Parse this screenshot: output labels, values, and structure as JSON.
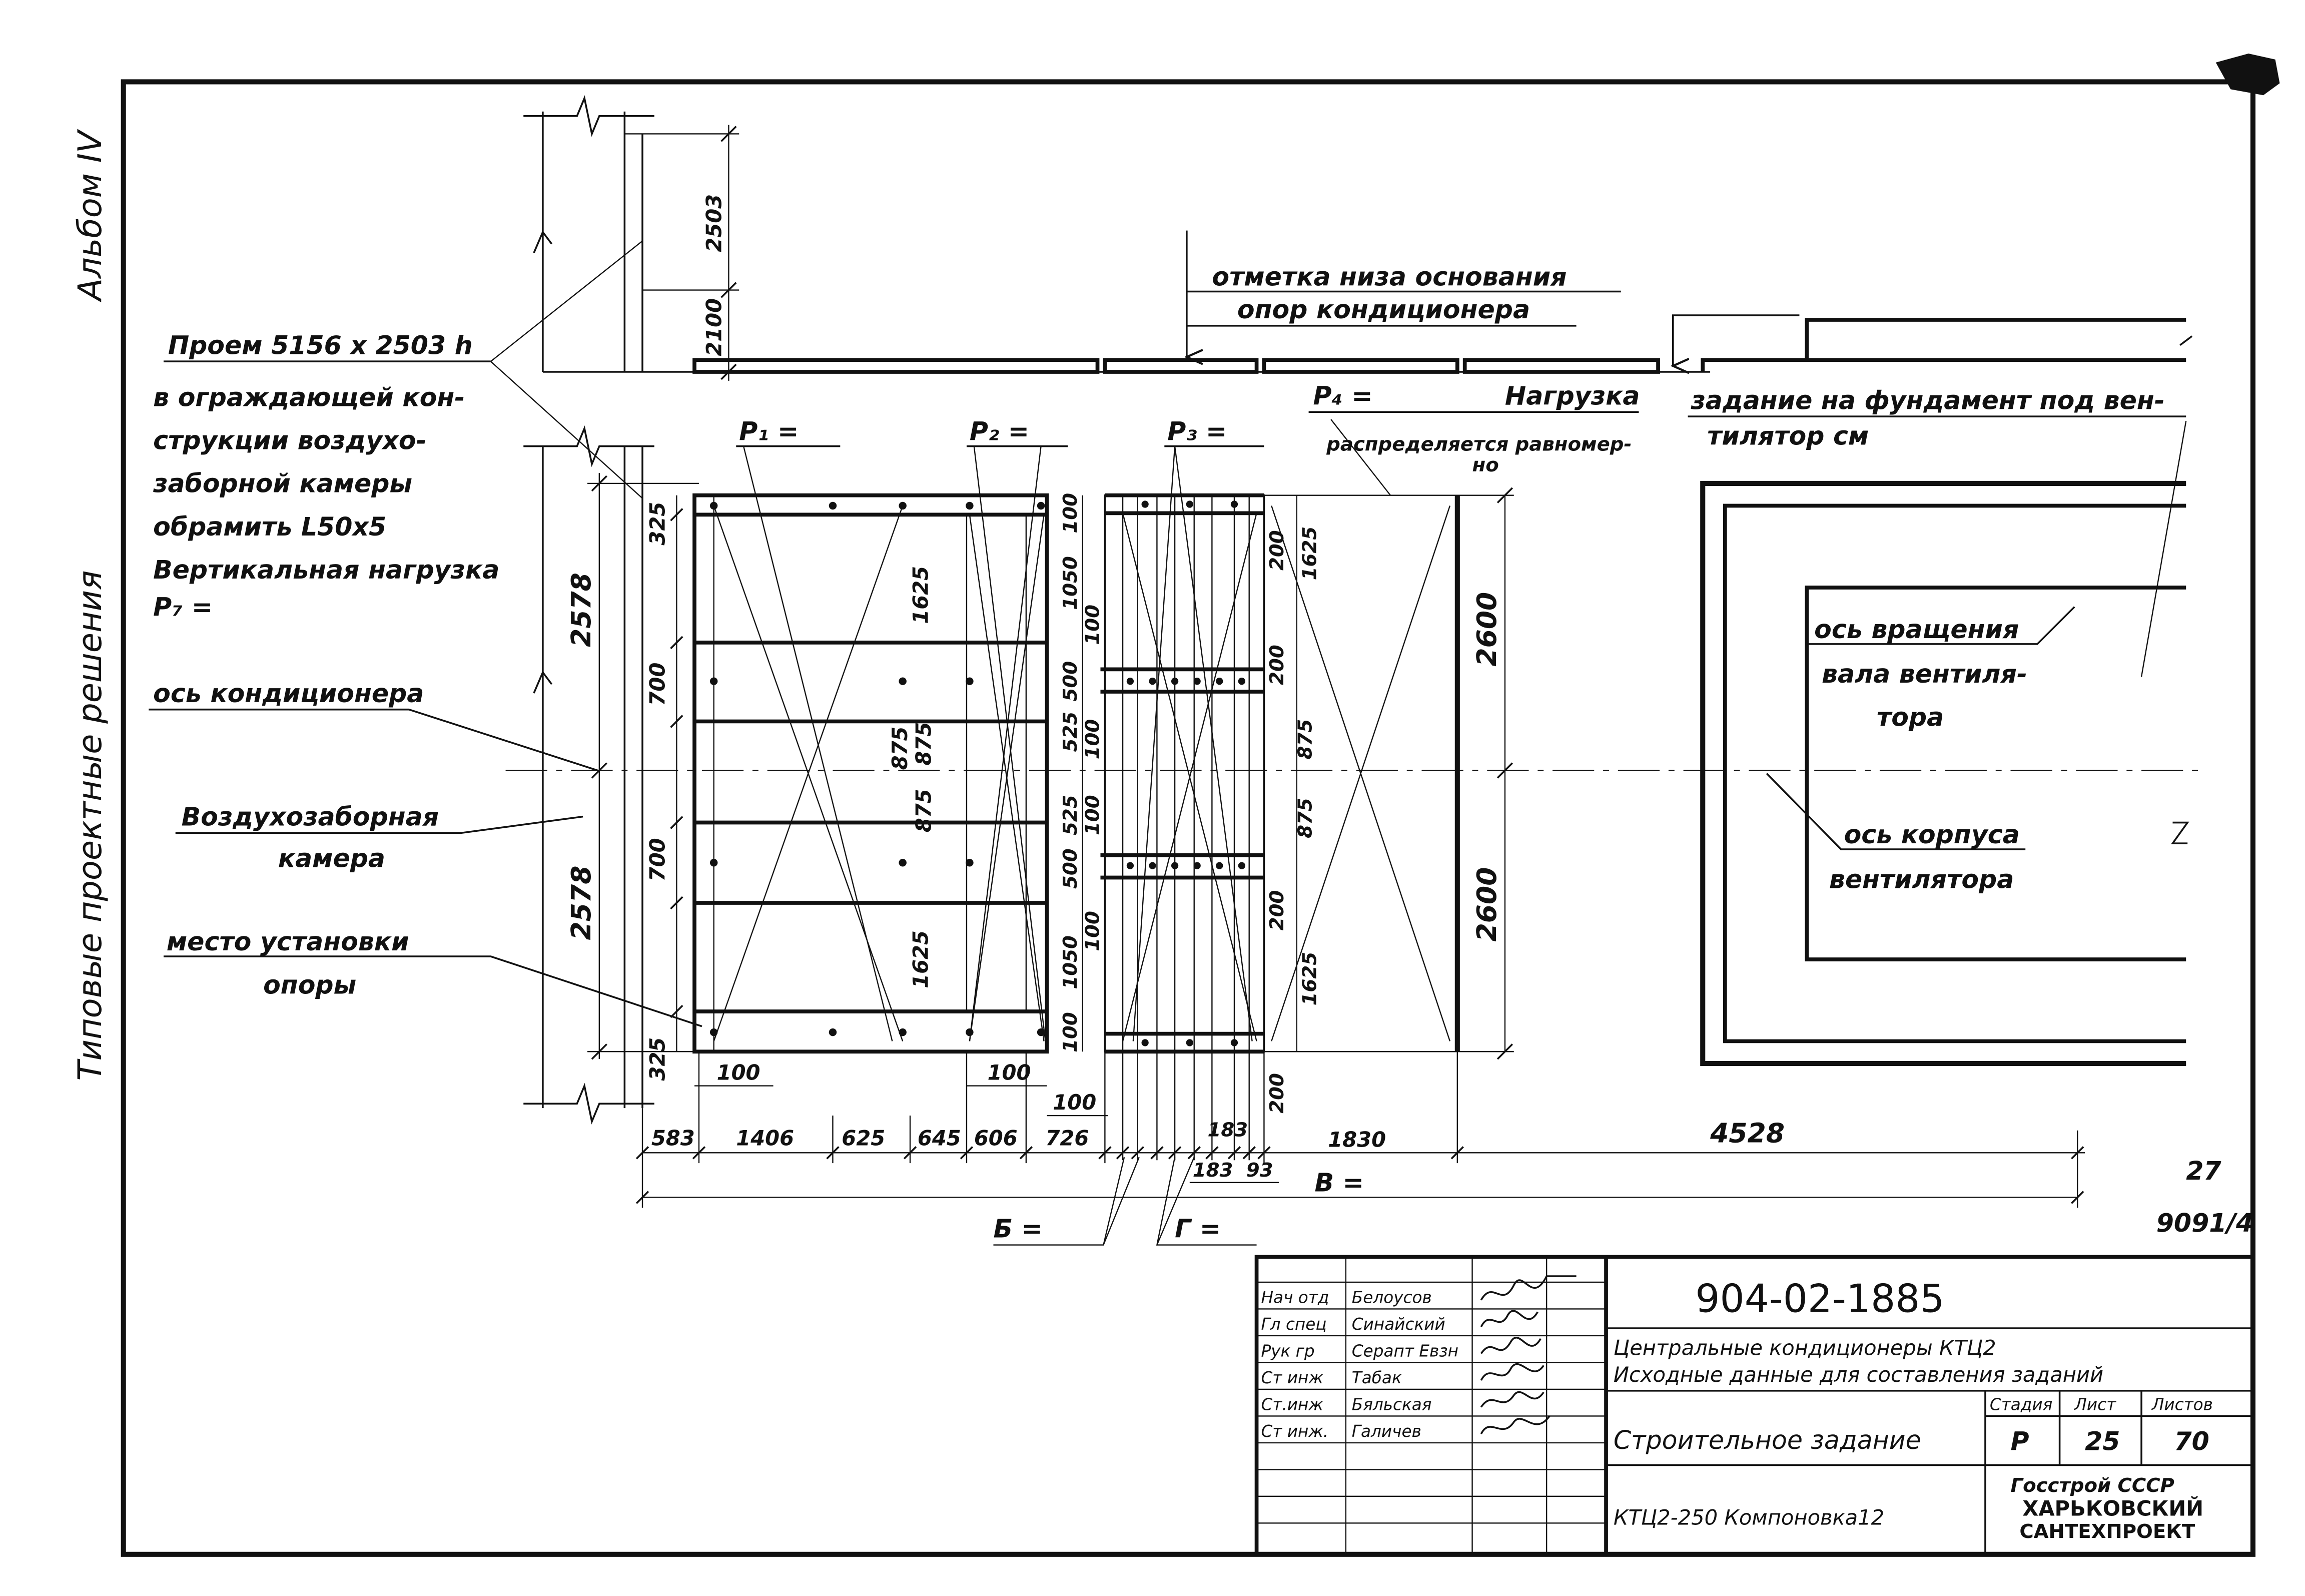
{
  "margin": {
    "album": "Альбом IV",
    "series": "Типовые проектные решения"
  },
  "notes": {
    "opening": "Проем 5156 x 2503 h",
    "opening_note": [
      "в ограждающей кон-",
      "струкции воздухо-",
      "заборной камеры",
      "обрамить L50x5",
      "Вертикальная нагрузка",
      "P₇ ="
    ],
    "conditioner_axis": "ось кондиционера",
    "air_intake": [
      "Воздухозаборная",
      "камера"
    ],
    "support_place": [
      "место установки",
      "опоры"
    ],
    "base_mark": [
      "отметка низа основания",
      "опор кондиционера"
    ],
    "loads": {
      "p1": "P₁ =",
      "p2": "P₂ =",
      "p3": "P₃ =",
      "p4": "P₄ ="
    },
    "load_title": "Нагрузка",
    "load_note": [
      "распределяется равномер-",
      "но"
    ],
    "fan_task": [
      "задание на фундамент под вен-",
      "тилятор см"
    ],
    "rotation_axis": [
      "ось вращения",
      "вала вентиля-",
      "тора"
    ],
    "housing_axis": [
      "ось корпуса",
      "вентилятора"
    ],
    "width_b": "В =",
    "dim_be": "Б =",
    "dim_ge": "Г ="
  },
  "dimensions": {
    "opening_height": "2503",
    "sill_height": "2100",
    "half_span_upper": "2578",
    "half_span_lower": "2578",
    "frame1_left": [
      "325",
      "700",
      "700",
      "325"
    ],
    "frame1_middle": [
      "1625",
      "875",
      "875",
      "875",
      "1625"
    ],
    "frame1_right": [
      "100",
      "1050",
      "100",
      "500",
      "525",
      "100",
      "525",
      "100",
      "500",
      "100",
      "1050",
      "100"
    ],
    "frame2_right": [
      "200",
      "1625",
      "200",
      "875",
      "875",
      "200",
      "1625",
      "200"
    ],
    "frame3_height": [
      "2600",
      "2600"
    ],
    "offsets": [
      "100",
      "100",
      "100"
    ],
    "chain": [
      "583",
      "1406",
      "625",
      "645",
      "606",
      "726",
      "183",
      "1830",
      "4528",
      "183",
      "93"
    ]
  },
  "sheet_marks": {
    "page": "27",
    "ref": "9091/4"
  },
  "title_block": {
    "staff": [
      {
        "role": "Нач отд",
        "name": "Белоусов"
      },
      {
        "role": "Гл спец",
        "name": "Синайский"
      },
      {
        "role": "Рук гр",
        "name": "Серапт Евзн"
      },
      {
        "role": "Ст инж",
        "name": "Табак"
      },
      {
        "role": "Ст.инж",
        "name": "Бяльская"
      },
      {
        "role": "Ст инж.",
        "name": "Галичев"
      }
    ],
    "code": "904-02-1885",
    "description": [
      "Центральные кондиционеры КТЦ2",
      "Исходные данные для составления заданий"
    ],
    "stage_header": "Стадия",
    "sheet_header": "Лист",
    "sheets_header": "Листов",
    "doc_name": "Строительное задание",
    "stage": "Р",
    "sheet": "25",
    "sheets": "70",
    "layout": "КТЦ2-250 Компоновка12",
    "org": [
      "Госстрой СССР",
      "ХАРЬКОВСКИЙ",
      "САНТЕХПРОЕКТ"
    ]
  }
}
